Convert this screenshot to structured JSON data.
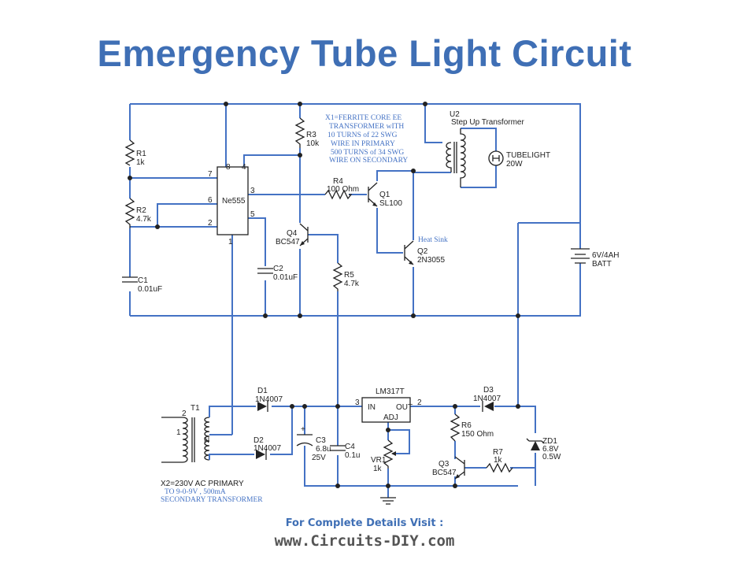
{
  "title": "Emergency Tube Light Circuit",
  "components": {
    "r1": [
      "R1",
      "1k"
    ],
    "r2": [
      "R2",
      "4.7k"
    ],
    "c1": [
      "C1",
      "0.01uF"
    ],
    "ic": "Ne555",
    "ic_pins": [
      "8",
      "4",
      "7",
      "6",
      "2",
      "3",
      "5",
      "1"
    ],
    "r3": [
      "R3",
      "10k"
    ],
    "c2": [
      "C2",
      "0.01uF"
    ],
    "q4": [
      "Q4",
      "BC547"
    ],
    "r5": [
      "R5",
      "4.7k"
    ],
    "r4": [
      "R4",
      "100 Ohm"
    ],
    "q1": [
      "Q1",
      "SL100"
    ],
    "q2": [
      "Q2",
      "2N3055"
    ],
    "heat_sink": "Heat Sink",
    "u2": [
      "U2",
      "Step Up Transformer"
    ],
    "tube": [
      "TUBELIGHT",
      "20W"
    ],
    "batt": [
      "6V/4AH",
      "BATT"
    ],
    "t1": "T1",
    "t1_pins": [
      "2",
      "1",
      "N"
    ],
    "d1": [
      "D1",
      "1N4007"
    ],
    "d2": [
      "D2",
      "1N4007"
    ],
    "c3": [
      "C3",
      "6.8u",
      "25V"
    ],
    "c4": [
      "C4",
      "0.1u"
    ],
    "lm317": [
      "LM317T",
      "IN",
      "OUT",
      "ADJ"
    ],
    "lm317_pins": [
      "3",
      "2"
    ],
    "vr1": [
      "VR1",
      "1k"
    ],
    "r6": [
      "R6",
      "150 Ohm"
    ],
    "d3": [
      "D3",
      "1N4007"
    ],
    "zd1": [
      "ZD1",
      "6.8V",
      "0.5W"
    ],
    "q3": [
      "Q3",
      "BC547"
    ],
    "r7": [
      "R7",
      "1k"
    ]
  },
  "notes": {
    "ferrite": [
      "X1=FERRITE CORE EE",
      "TRANSFORMER wITH",
      "10 TURNS of 22 SWG",
      "WIRE IN PRIMARY",
      "500 TURNS of 34 SWG",
      "WIRE ON SECONDARY"
    ],
    "x2": [
      "X2=230V AC PRIMARY",
      "TO 9-0-9V , 500mA",
      "SECONDARY TRANSFORMER"
    ]
  },
  "footer": {
    "line1": "For Complete Details Visit :",
    "line2": "www.Circuits-DIY.com"
  }
}
